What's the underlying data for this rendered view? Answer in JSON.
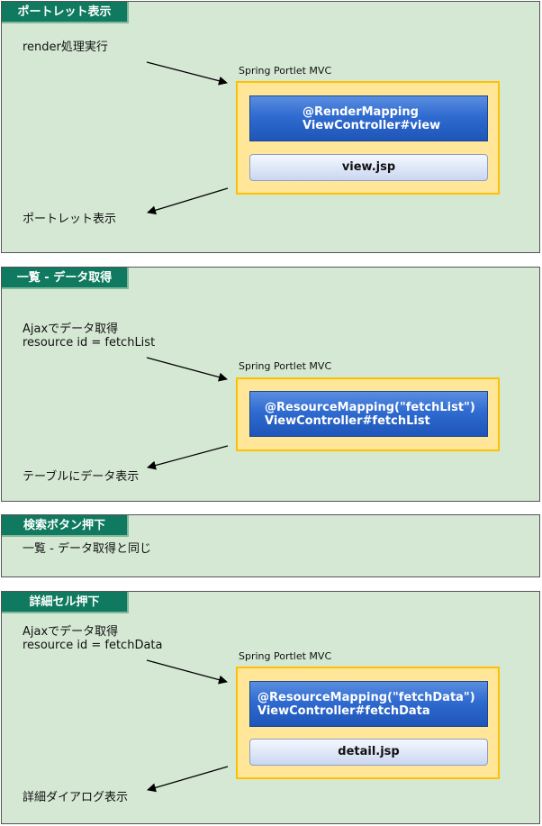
{
  "sections": [
    {
      "title": "ポートレット表示",
      "request_lines": [
        "render処理実行"
      ],
      "mvc_label": "Spring Portlet MVC",
      "controller_lines": [
        "@RenderMapping",
        "ViewController#view"
      ],
      "jsp": "view.jsp",
      "result": "ポートレット表示"
    },
    {
      "title": "一覧 - データ取得",
      "request_lines": [
        "Ajaxでデータ取得",
        "resource id = fetchList"
      ],
      "mvc_label": "Spring Portlet MVC",
      "controller_lines": [
        "@ResourceMapping(\"fetchList\")",
        "ViewController#fetchList"
      ],
      "result": "テーブルにデータ表示"
    },
    {
      "title": "検索ボタン押下",
      "note": "一覧 - データ取得と同じ"
    },
    {
      "title": "詳細セル押下",
      "request_lines": [
        "Ajaxでデータ取得",
        "resource id = fetchData"
      ],
      "mvc_label": "Spring Portlet MVC",
      "controller_lines": [
        "@ResourceMapping(\"fetchData\")",
        "ViewController#fetchData"
      ],
      "jsp": "detail.jsp",
      "result": "詳細ダイアログ表示"
    }
  ]
}
